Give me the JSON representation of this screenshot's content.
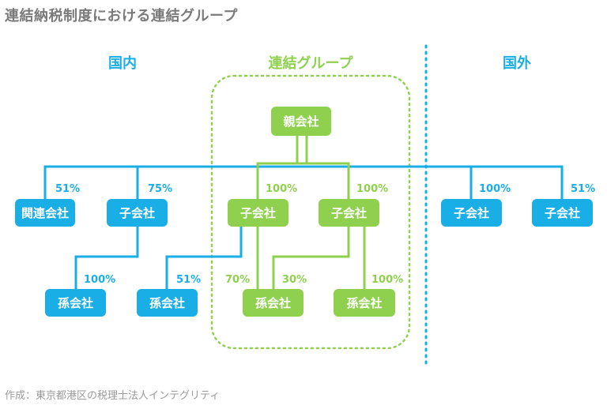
{
  "title": "連結納税制度における連結グループ",
  "footer": "作成：東京都港区の税理士法人インテグリティ",
  "regions": {
    "domestic": "国内",
    "group": "連結グループ",
    "overseas": "国外"
  },
  "nodes": {
    "parent": "親会社",
    "affiliate": "関連会社",
    "dom_sub": "子会社",
    "grp_sub1": "子会社",
    "grp_sub2": "子会社",
    "ovs_sub1": "子会社",
    "ovs_sub2": "子会社",
    "dom_gc": "孫会社",
    "grp_gc_a": "孫会社",
    "grp_gc_b": "孫会社",
    "grp_gc_c": "孫会社"
  },
  "ownership": {
    "affiliate": "51%",
    "dom_sub": "75%",
    "grp_sub1": "100%",
    "grp_sub2": "100%",
    "ovs_sub1": "100%",
    "ovs_sub2": "51%",
    "dom_gc": "100%",
    "grp_gc_a": "51%",
    "grp_gc_b_from1": "70%",
    "grp_gc_b_from2": "30%",
    "grp_gc_c": "100%"
  },
  "colors": {
    "blue": "#1aaee6",
    "green": "#8fd14f",
    "title_gray": "#7a7a7a"
  }
}
